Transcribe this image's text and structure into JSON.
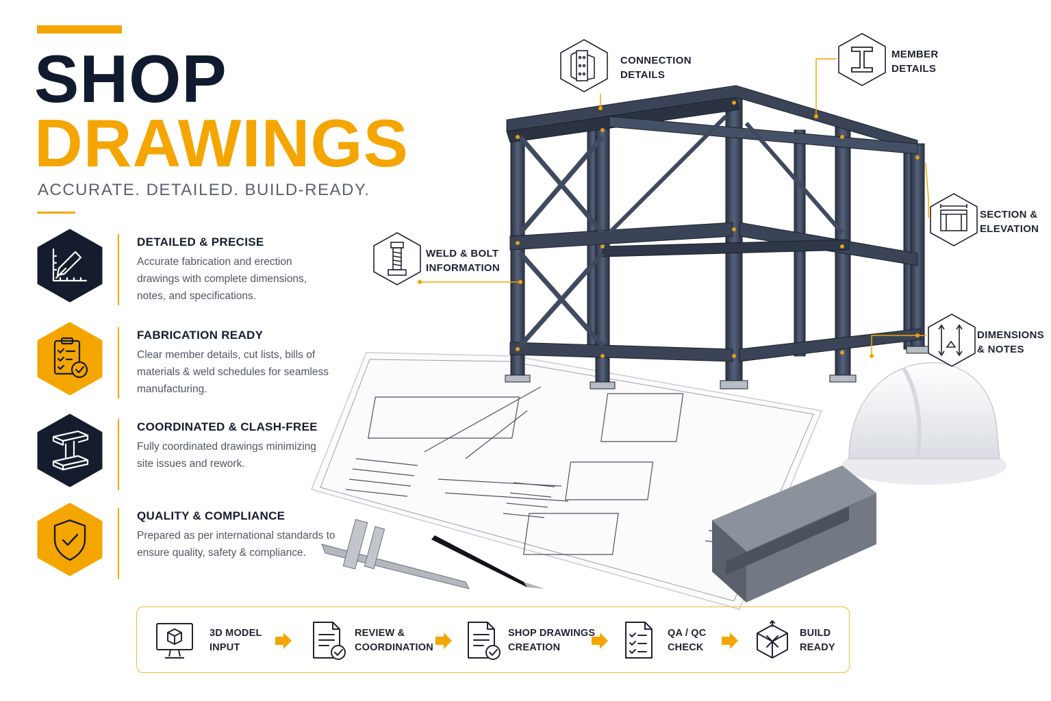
{
  "header": {
    "title_line1": "SHOP",
    "title_line2": "DRAWINGS",
    "tagline": "ACCURATE. DETAILED. BUILD-READY."
  },
  "colors": {
    "accent": "#f5a500",
    "navy": "#141c2e",
    "text_muted": "#4f5566"
  },
  "features": [
    {
      "icon": "drafting-icon",
      "style": "navy",
      "title": "DETAILED & PRECISE",
      "description": "Accurate fabrication and erection drawings with complete dimensions, notes, and specifications."
    },
    {
      "icon": "clipboard-check-icon",
      "style": "accent",
      "title": "FABRICATION READY",
      "description": "Clear member details, cut lists, bills of materials & weld schedules for seamless manufacturing."
    },
    {
      "icon": "i-beam-icon",
      "style": "navy",
      "title": "COORDINATED & CLASH-FREE",
      "description": "Fully coordinated drawings minimizing site issues and rework."
    },
    {
      "icon": "shield-check-icon",
      "style": "accent",
      "title": "QUALITY & COMPLIANCE",
      "description": "Prepared as per international standards to ensure quality, safety & compliance."
    }
  ],
  "callouts": {
    "connection": {
      "icon": "connection-plate-icon",
      "label": "CONNECTION\nDETAILS"
    },
    "member": {
      "icon": "i-beam-icon",
      "label": "MEMBER\nDETAILS"
    },
    "section": {
      "icon": "section-elevation-icon",
      "label": "SECTION &\nELEVATION"
    },
    "weld": {
      "icon": "bolt-icon",
      "label": "WELD & BOLT\nINFORMATION"
    },
    "dimensions": {
      "icon": "dimension-arrows-icon",
      "label": "DIMENSIONS\n& NOTES"
    }
  },
  "process": [
    {
      "icon": "monitor-cube-icon",
      "label": "3D MODEL\nINPUT"
    },
    {
      "icon": "document-check-icon",
      "label": "REVIEW &\nCOORDINATION"
    },
    {
      "icon": "document-check-icon",
      "label": "SHOP DRAWINGS\nCREATION"
    },
    {
      "icon": "checklist-icon",
      "label": "QA / QC\nCHECK"
    },
    {
      "icon": "build-cube-icon",
      "label": "BUILD\nREADY"
    }
  ]
}
